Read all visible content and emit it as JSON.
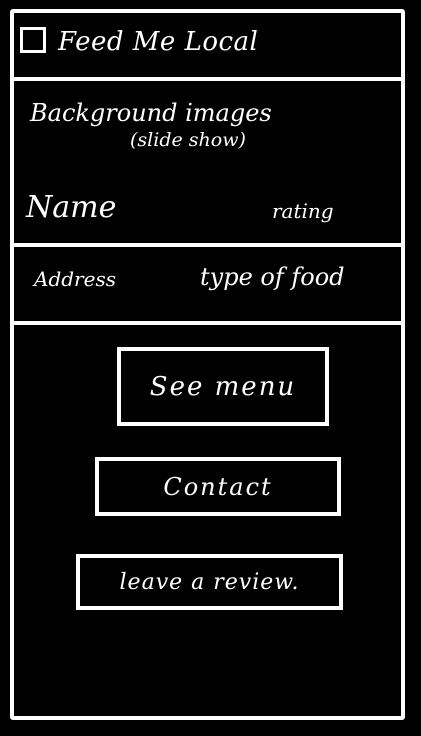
{
  "header": {
    "title": "Feed Me Local"
  },
  "hero": {
    "background_title": "Background images",
    "background_subtitle": "(slide show)",
    "name_label": "Name",
    "rating_label": "rating"
  },
  "info": {
    "address_label": "Address",
    "food_type_label": "type of food"
  },
  "actions": {
    "see_menu": "See menu",
    "contact": "Contact",
    "leave_review": "leave a review."
  },
  "colors": {
    "background": "#000000",
    "foreground": "#ffffff"
  }
}
